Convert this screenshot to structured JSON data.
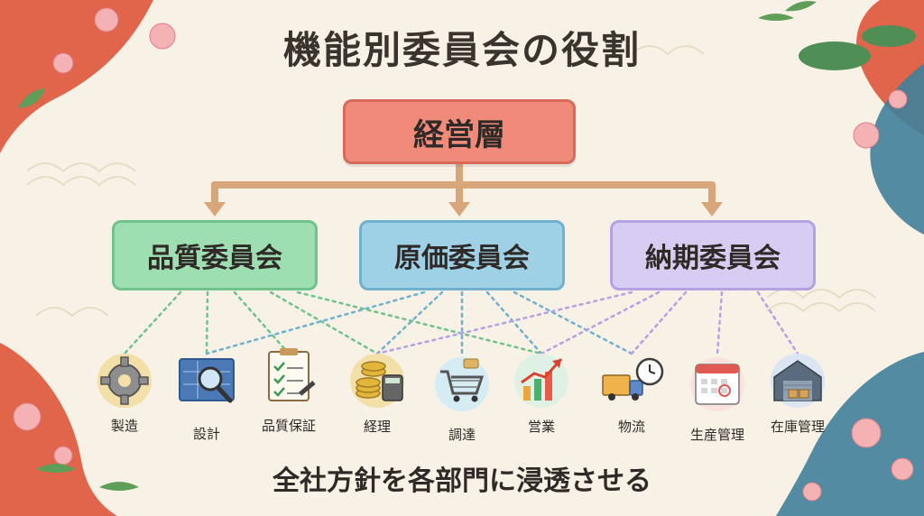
{
  "title": "機能別委員会の役割",
  "top": "経営層",
  "committees": [
    {
      "label": "品質委員会"
    },
    {
      "label": "原価委員会"
    },
    {
      "label": "納期委員会"
    }
  ],
  "departments": [
    {
      "label": "製造",
      "icon": "gear-icon"
    },
    {
      "label": "設計",
      "icon": "blueprint-magnifier-icon"
    },
    {
      "label": "品質保証",
      "icon": "checklist-icon"
    },
    {
      "label": "経理",
      "icon": "coins-calculator-icon"
    },
    {
      "label": "調達",
      "icon": "shopping-cart-icon"
    },
    {
      "label": "営業",
      "icon": "growth-chart-icon"
    },
    {
      "label": "物流",
      "icon": "delivery-truck-icon"
    },
    {
      "label": "生産管理",
      "icon": "calendar-icon"
    },
    {
      "label": "在庫管理",
      "icon": "warehouse-icon"
    }
  ],
  "footer": "全社方針を各部門に浸透させる",
  "colors": {
    "top": "#f08a7a",
    "quality": "#9edfb2",
    "cost": "#9fd1e6",
    "delivery": "#d7cdf2",
    "background": "#f7f1e6"
  }
}
